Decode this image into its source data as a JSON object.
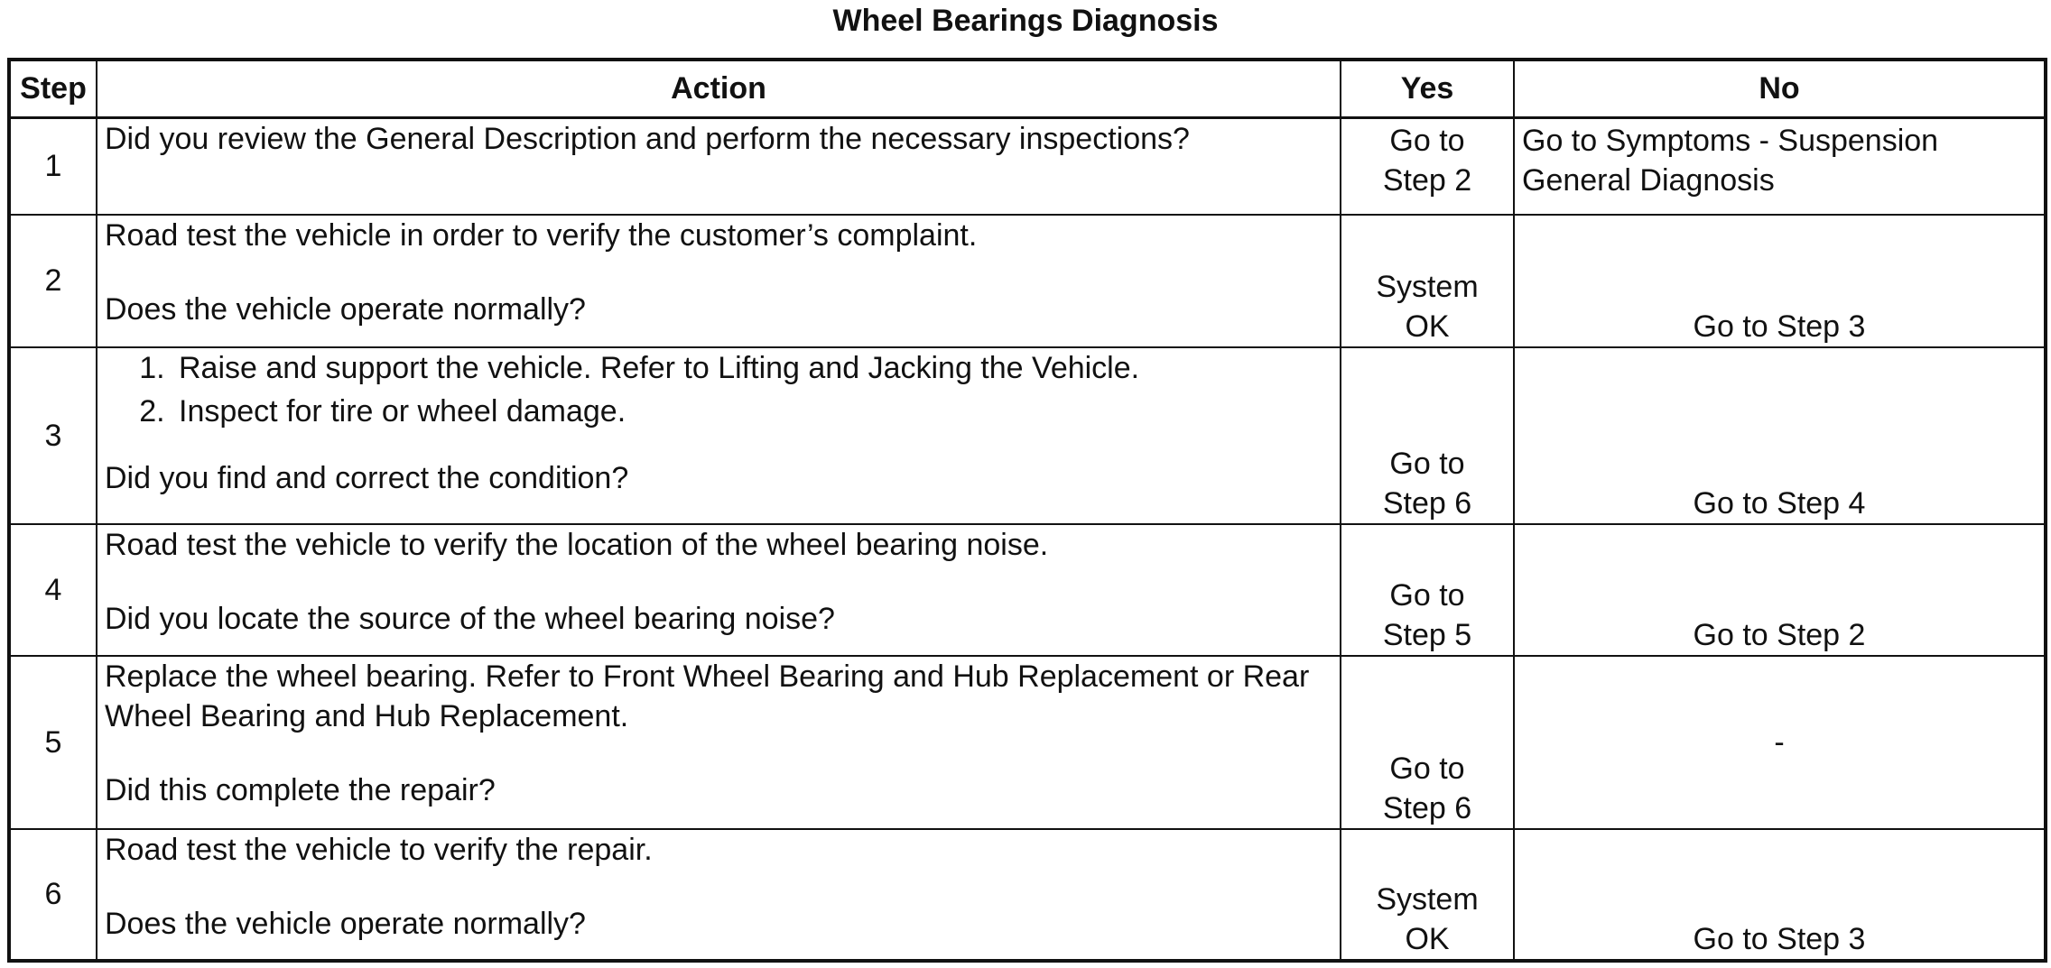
{
  "title": "Wheel Bearings Diagnosis",
  "headers": {
    "step": "Step",
    "action": "Action",
    "yes": "Yes",
    "no": "No"
  },
  "rows": [
    {
      "step": "1",
      "action": "Did you review the General Description and perform the necessary inspections?",
      "yes_line1": "Go to",
      "yes_line2": "Step 2",
      "no": "Go to Symptoms - Suspension General Diagnosis"
    },
    {
      "step": "2",
      "action": "Road test the vehicle in order to verify the customer’s complaint.",
      "question": "Does the vehicle operate normally?",
      "yes_line1": "System",
      "yes_line2": "OK",
      "no": "Go to Step 3"
    },
    {
      "step": "3",
      "list": [
        "Raise and support the vehicle. Refer to Lifting and Jacking the Vehicle.",
        "Inspect for tire or wheel damage."
      ],
      "question": "Did you find and correct the condition?",
      "yes_line1": "Go to",
      "yes_line2": "Step 6",
      "no": "Go to Step 4"
    },
    {
      "step": "4",
      "action": "Road test the vehicle to verify the location of the wheel bearing noise.",
      "question": "Did you locate the source of the wheel bearing noise?",
      "yes_line1": "Go to",
      "yes_line2": "Step 5",
      "no": "Go to Step 2"
    },
    {
      "step": "5",
      "action": "Replace the wheel bearing. Refer to Front Wheel Bearing and Hub Replacement or Rear Wheel Bearing and Hub Replacement.",
      "question": "Did this complete the repair?",
      "yes_line1": "Go to",
      "yes_line2": "Step 6",
      "no": "-"
    },
    {
      "step": "6",
      "action": "Road test the vehicle to verify the repair.",
      "question": "Does the vehicle operate normally?",
      "yes_line1": "System",
      "yes_line2": "OK",
      "no": "Go to Step 3"
    }
  ]
}
